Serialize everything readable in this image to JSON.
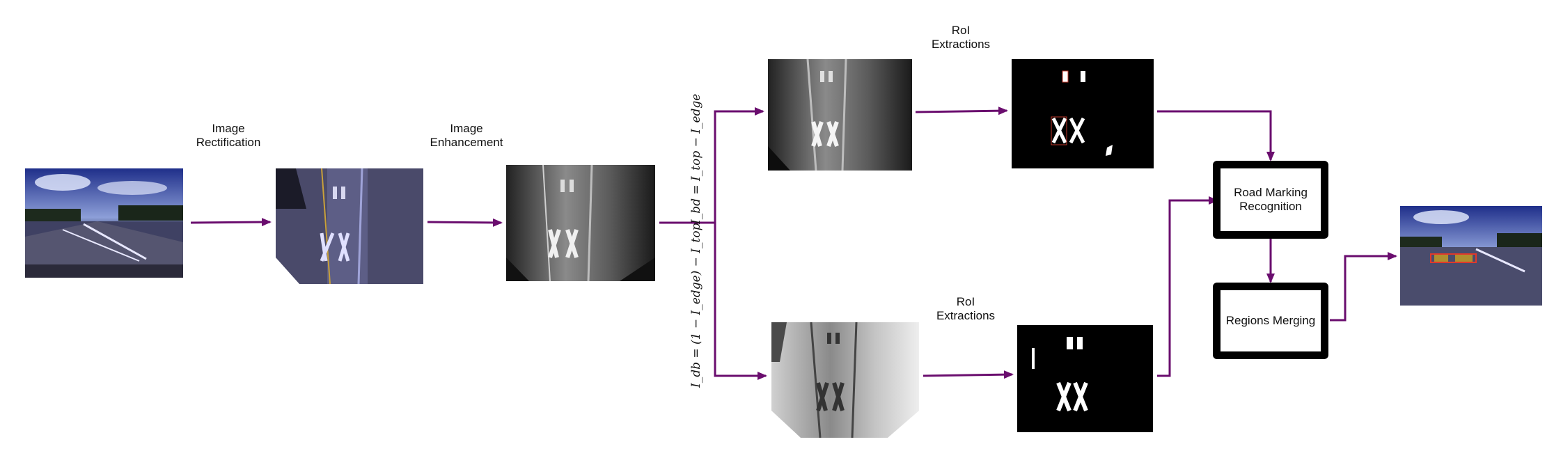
{
  "labels": {
    "rectification": [
      "Image",
      "Rectification"
    ],
    "enhancement": [
      "Image",
      "Enhancement"
    ],
    "roi_top": [
      "RoI",
      "Extractions"
    ],
    "roi_bottom": [
      "RoI",
      "Extractions"
    ]
  },
  "boxes": {
    "recognition": "Road Marking Recognition",
    "merging": "Regions Merging"
  },
  "equations": {
    "top": "I_bd = I_top − I_edge",
    "bottom": "I_db = (1 − I_edge) − I_top"
  },
  "colors": {
    "arrow": "#6a0d6e",
    "box_border": "#000000"
  }
}
